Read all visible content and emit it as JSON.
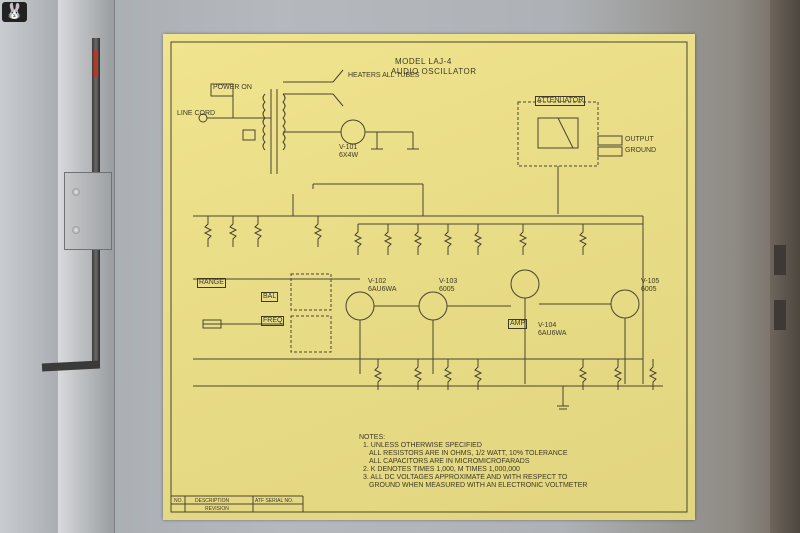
{
  "corner_logo": "🐰",
  "schematic": {
    "title_line1": "MODEL LAJ-4",
    "title_line2": "AUDIO OSCILLATOR",
    "labels": {
      "power": "POWER ON",
      "line_cord": "LINE CORD",
      "heaters": "HEATERS ALL TUBES",
      "attenuator": "ATTENUATOR",
      "output": "OUTPUT",
      "ground": "GROUND",
      "range": "RANGE",
      "bal": "BAL",
      "freq": "FREQ",
      "amp": "AMP"
    },
    "tubes": [
      "V-101",
      "V-102",
      "V-103",
      "V-104",
      "V-105"
    ],
    "tube_types": [
      "6X4W",
      "6AU6WA",
      "6005",
      "6AU6WA",
      "6005"
    ],
    "notes": [
      "NOTES:",
      "1. UNLESS OTHERWISE SPECIFIED",
      "ALL RESISTORS ARE IN OHMS, 1/2 WATT, 10% TOLERANCE",
      "ALL CAPACITORS ARE IN MICROMICROFARADS",
      "2. K DENOTES TIMES 1,000, M TIMES 1,000,000",
      "3. ALL DC VOLTAGES APPROXIMATE AND WITH RESPECT TO",
      "GROUND WHEN MEASURED WITH AN ELECTRONIC VOLTMETER"
    ],
    "revision_block": [
      "NO.",
      "DESCRIPTION",
      "ATF SERIAL NO.",
      "REVISION"
    ]
  }
}
